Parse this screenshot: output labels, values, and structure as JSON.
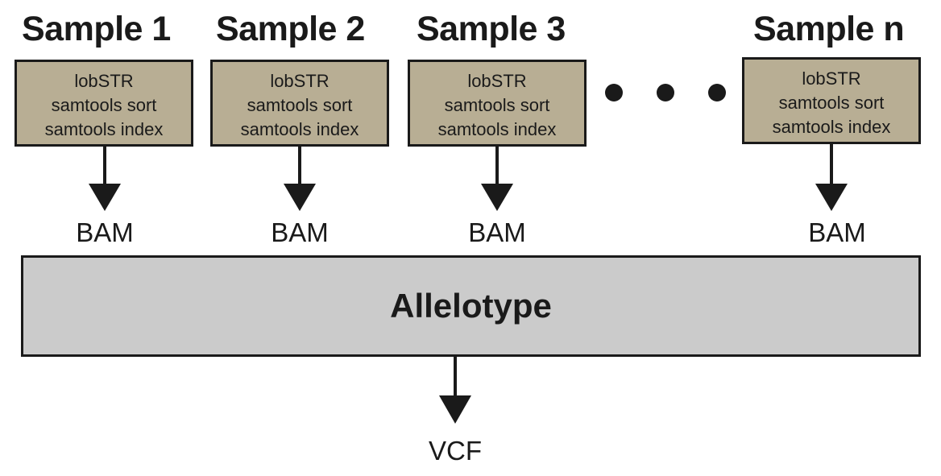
{
  "samples": [
    {
      "title": "Sample 1",
      "tools": [
        "lobSTR",
        "samtools sort",
        "samtools index"
      ],
      "output": "BAM"
    },
    {
      "title": "Sample 2",
      "tools": [
        "lobSTR",
        "samtools sort",
        "samtools index"
      ],
      "output": "BAM"
    },
    {
      "title": "Sample 3",
      "tools": [
        "lobSTR",
        "samtools sort",
        "samtools index"
      ],
      "output": "BAM"
    },
    {
      "title": "Sample n",
      "tools": [
        "lobSTR",
        "samtools sort",
        "samtools index"
      ],
      "output": "BAM"
    }
  ],
  "merge_step": {
    "label": "Allelotype",
    "output": "VCF"
  },
  "colors": {
    "tool_box_fill": "#b8ae94",
    "merge_box_fill": "#cbcbcb",
    "stroke": "#1a1a1a"
  }
}
